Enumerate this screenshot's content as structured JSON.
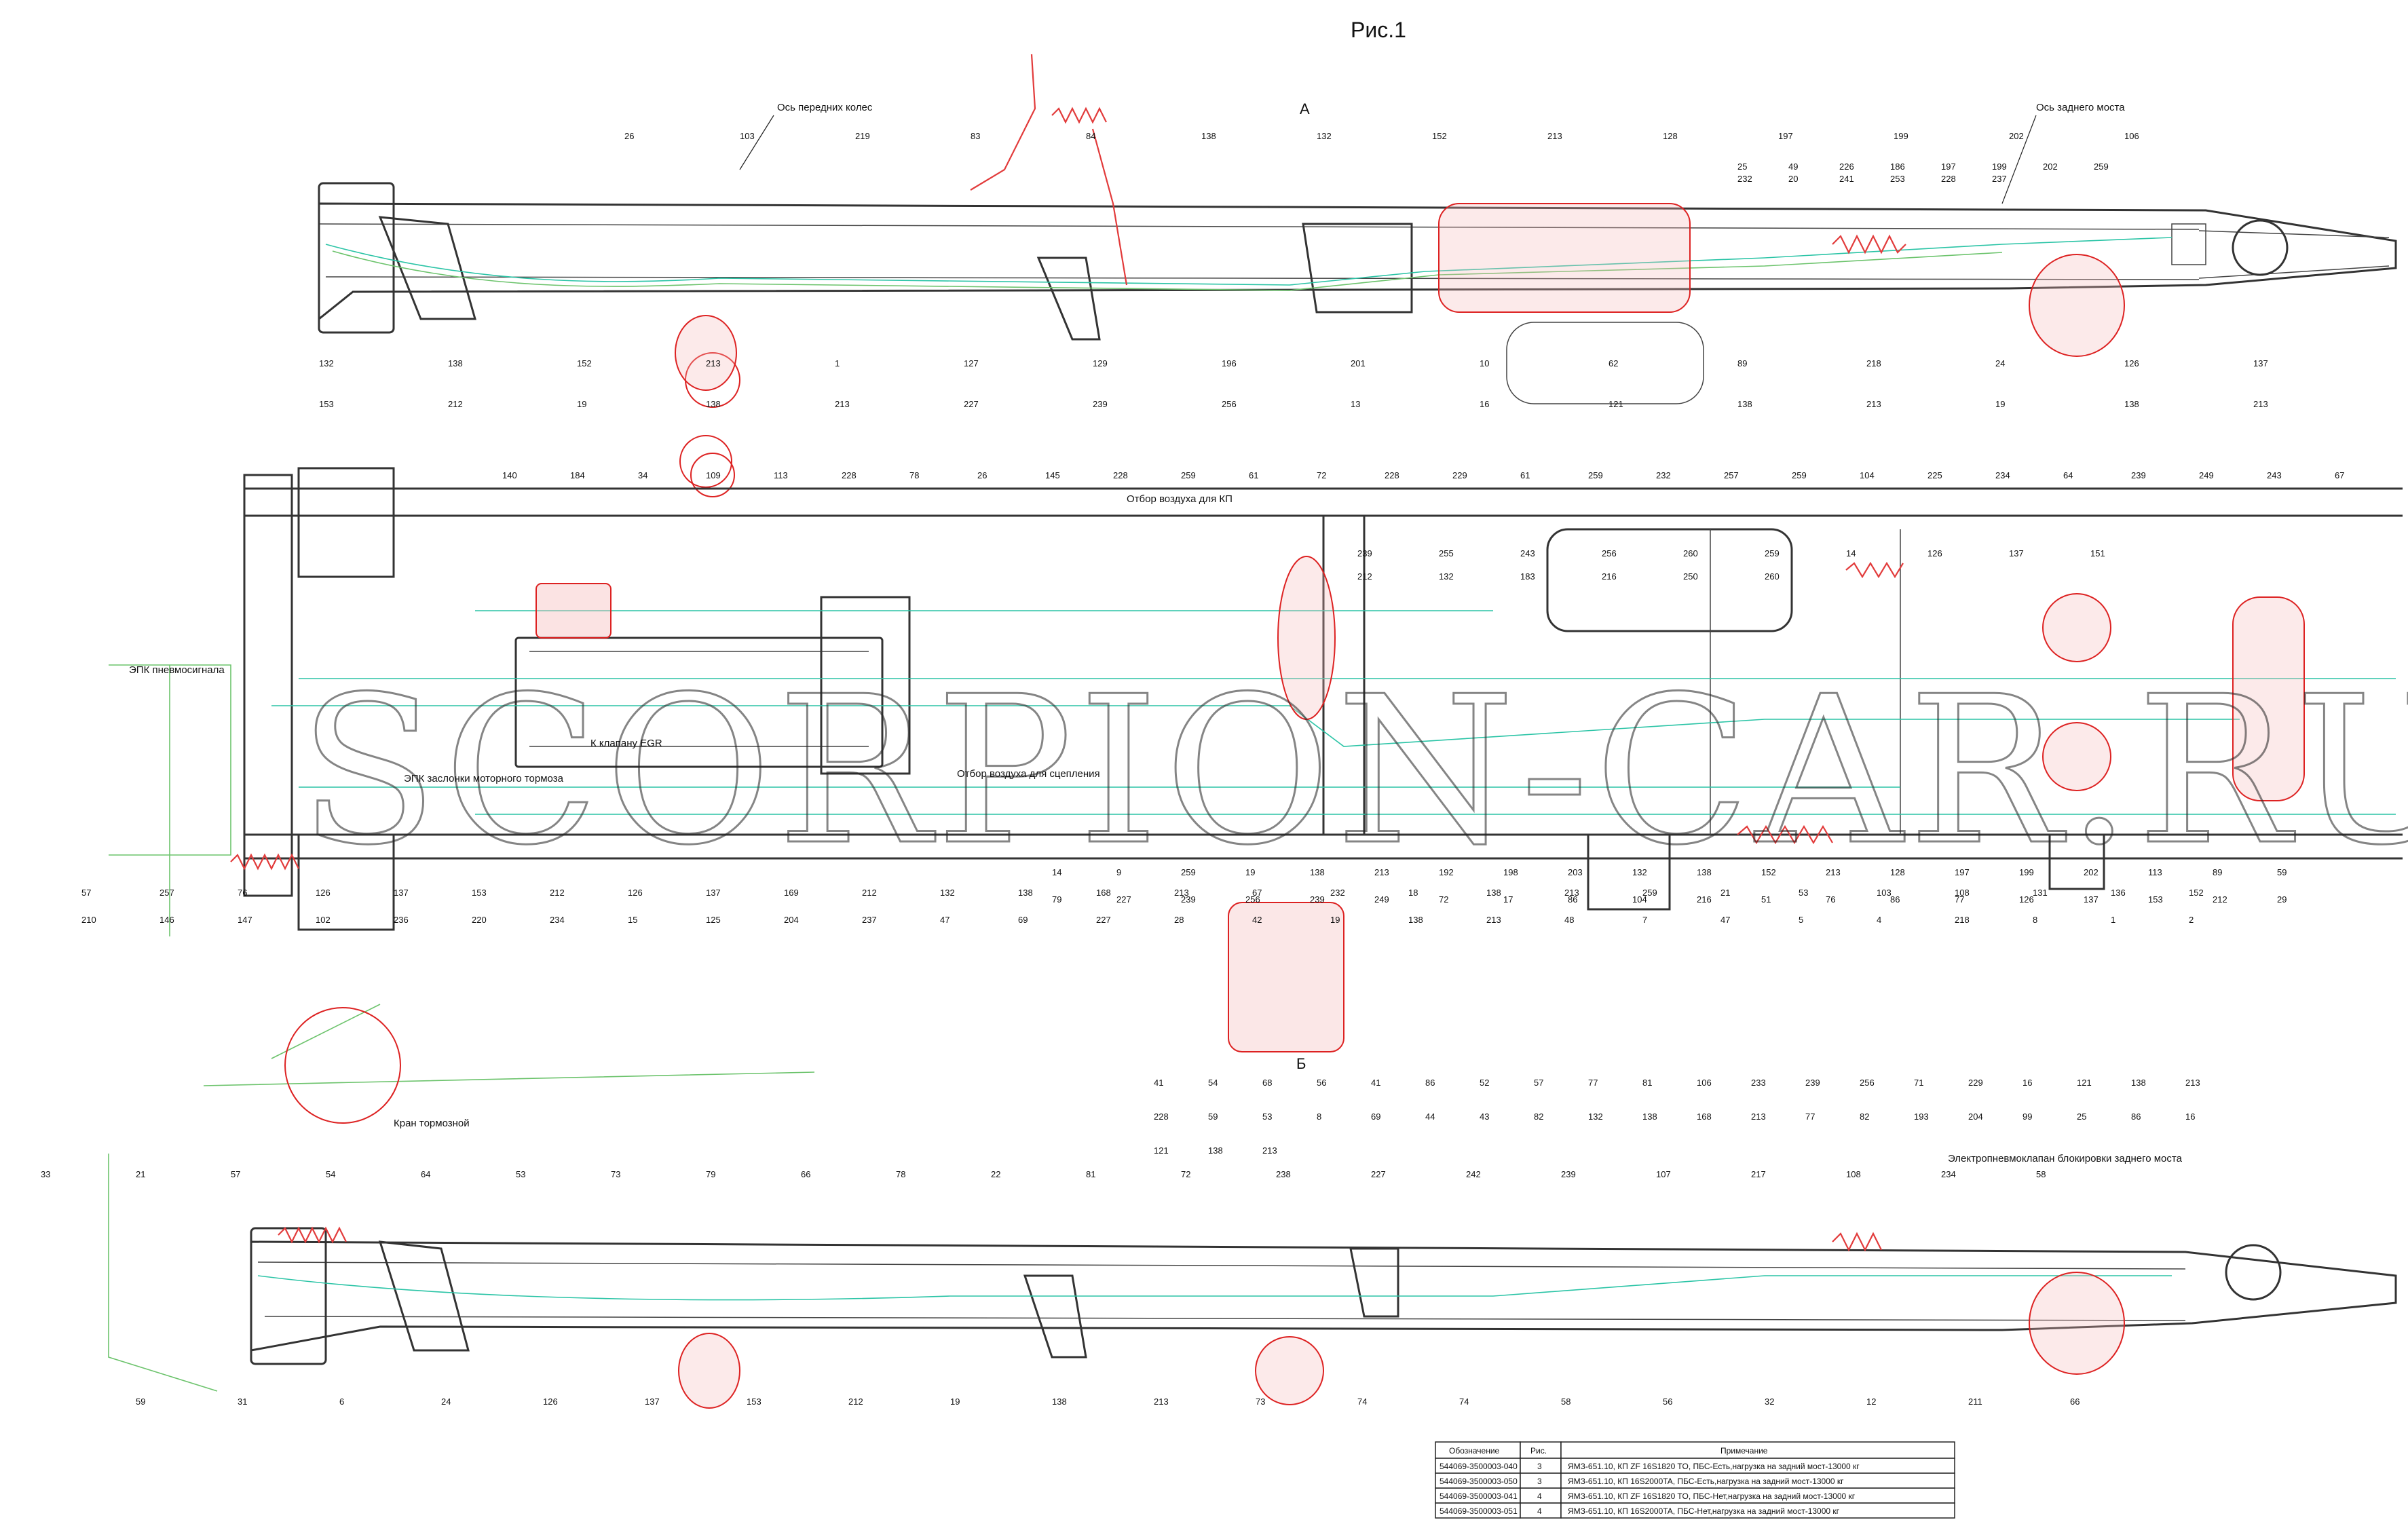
{
  "title": "Рис.1",
  "view_labels": {
    "a": "А",
    "b": "Б"
  },
  "annotations": {
    "front_axle": "Ось передних колес",
    "rear_axle": "Ось заднего моста",
    "kp_air": "Отбор воздуха для КП",
    "epk": "ЭПК пневмосигнала",
    "epk_engine": "ЭПК заслонки моторного тормоза",
    "egr": "К клапану EGR",
    "clutch_air": "Отбор воздуха для сцепления",
    "brake_valve": "Кран тормозной",
    "diff_lock": "Электропневмоклапан блокировки заднего моста"
  },
  "watermark": "SCORPION-CAR.RU",
  "callouts_top": [
    "26",
    "103",
    "219",
    "83",
    "84",
    "138",
    "132",
    "152",
    "213",
    "128",
    "197",
    "199",
    "202",
    "106",
    "132",
    "138",
    "152",
    "213",
    "1",
    "127",
    "129",
    "196",
    "201",
    "10",
    "62",
    "89",
    "218",
    "24",
    "126",
    "137",
    "153",
    "212",
    "19",
    "138",
    "213",
    "227",
    "239",
    "256",
    "13",
    "16",
    "121",
    "138",
    "213",
    "19",
    "138",
    "213",
    "25",
    "49",
    "226",
    "186",
    "197",
    "199",
    "202",
    "259",
    "232",
    "20",
    "241",
    "253",
    "228",
    "237"
  ],
  "callouts_mid": [
    "140",
    "184",
    "34",
    "109",
    "113",
    "228",
    "78",
    "26",
    "145",
    "228",
    "259",
    "61",
    "72",
    "228",
    "229",
    "61",
    "259",
    "232",
    "257",
    "259",
    "104",
    "225",
    "234",
    "64",
    "239",
    "249",
    "243",
    "67",
    "57",
    "257",
    "76",
    "126",
    "137",
    "153",
    "212",
    "126",
    "137",
    "169",
    "212",
    "132",
    "138",
    "168",
    "213",
    "67",
    "232",
    "18",
    "138",
    "213",
    "259",
    "21",
    "53",
    "103",
    "108",
    "131",
    "136",
    "152",
    "210",
    "146",
    "147",
    "102",
    "236",
    "220",
    "234",
    "15",
    "125",
    "204",
    "237",
    "47",
    "69",
    "227",
    "28",
    "42",
    "19",
    "138",
    "213",
    "48",
    "7",
    "47",
    "5",
    "4",
    "218",
    "8",
    "1",
    "2",
    "14",
    "9",
    "259",
    "19",
    "138",
    "213",
    "192",
    "198",
    "203",
    "132",
    "138",
    "152",
    "213",
    "128",
    "197",
    "199",
    "202",
    "113",
    "89",
    "59",
    "79",
    "227",
    "239",
    "256",
    "239",
    "249",
    "72",
    "17",
    "86",
    "104",
    "216",
    "51",
    "76",
    "86",
    "77",
    "126",
    "137",
    "153",
    "212",
    "29",
    "239",
    "255",
    "243",
    "256",
    "260",
    "259",
    "14",
    "126",
    "137",
    "151",
    "212",
    "132",
    "183",
    "216",
    "250",
    "260"
  ],
  "callouts_bot": [
    "33",
    "21",
    "57",
    "54",
    "64",
    "53",
    "73",
    "79",
    "66",
    "78",
    "22",
    "81",
    "72",
    "238",
    "227",
    "242",
    "239",
    "107",
    "217",
    "108",
    "234",
    "58",
    "59",
    "31",
    "6",
    "24",
    "126",
    "137",
    "153",
    "212",
    "19",
    "138",
    "213",
    "73",
    "74",
    "74",
    "58",
    "56",
    "32",
    "12",
    "211",
    "66",
    "41",
    "54",
    "68",
    "56",
    "41",
    "86",
    "52",
    "57",
    "77",
    "81",
    "106",
    "233",
    "239",
    "256",
    "71",
    "229",
    "16",
    "121",
    "138",
    "213",
    "228",
    "59",
    "53",
    "8",
    "69",
    "44",
    "43",
    "82",
    "132",
    "138",
    "168",
    "213",
    "77",
    "82",
    "193",
    "204",
    "99",
    "25",
    "86",
    "16",
    "121",
    "138",
    "213"
  ],
  "table": {
    "headers": [
      "Обозначение",
      "Рис.",
      "Примечание"
    ],
    "rows": [
      [
        "544069-3500003-040",
        "3",
        "ЯМЗ-651.10, КП ZF 16S1820 TO, ПБС-Есть,нагрузка на задний мост-13000 кг"
      ],
      [
        "544069-3500003-050",
        "3",
        "ЯМЗ-651.10, КП 16S2000TA, ПБС-Есть,нагрузка на задний мост-13000 кг"
      ],
      [
        "544069-3500003-041",
        "4",
        "ЯМЗ-651.10, КП ZF 16S1820 TO, ПБС-Нет,нагрузка на задний мост-13000 кг"
      ],
      [
        "544069-3500003-051",
        "4",
        "ЯМЗ-651.10, КП 16S2000TA, ПБС-Нет,нагрузка на задний мост-13000 кг"
      ]
    ]
  },
  "colors": {
    "pipe_cyan": "#2bc4a6",
    "pipe_green": "#6cc36c",
    "component_red": "#e23b3b",
    "frame": "#333333"
  }
}
